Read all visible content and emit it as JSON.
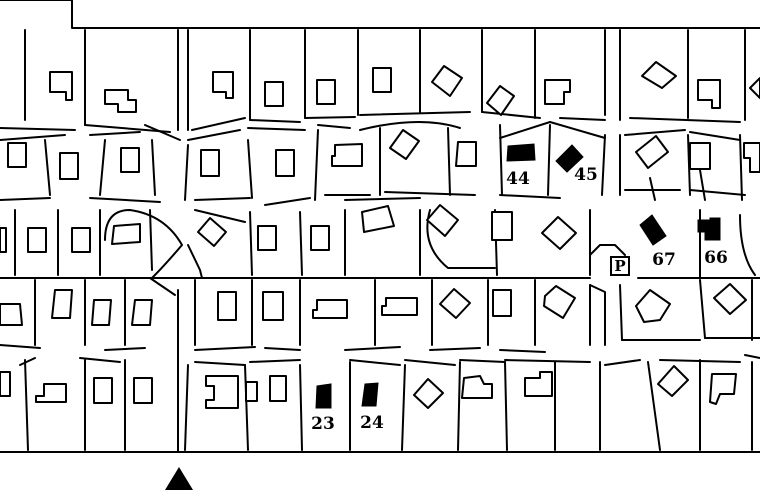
{
  "map": {
    "labels": {
      "house_44": "44",
      "house_45": "45",
      "house_67": "67",
      "house_66": "66",
      "house_23": "23",
      "house_24": "24"
    },
    "parking": "P",
    "colors": {
      "ink": "#000000",
      "paper": "#ffffff"
    },
    "icons": {
      "entrance": "north-arrow-triangle",
      "parking": "parking-sign-icon"
    }
  }
}
